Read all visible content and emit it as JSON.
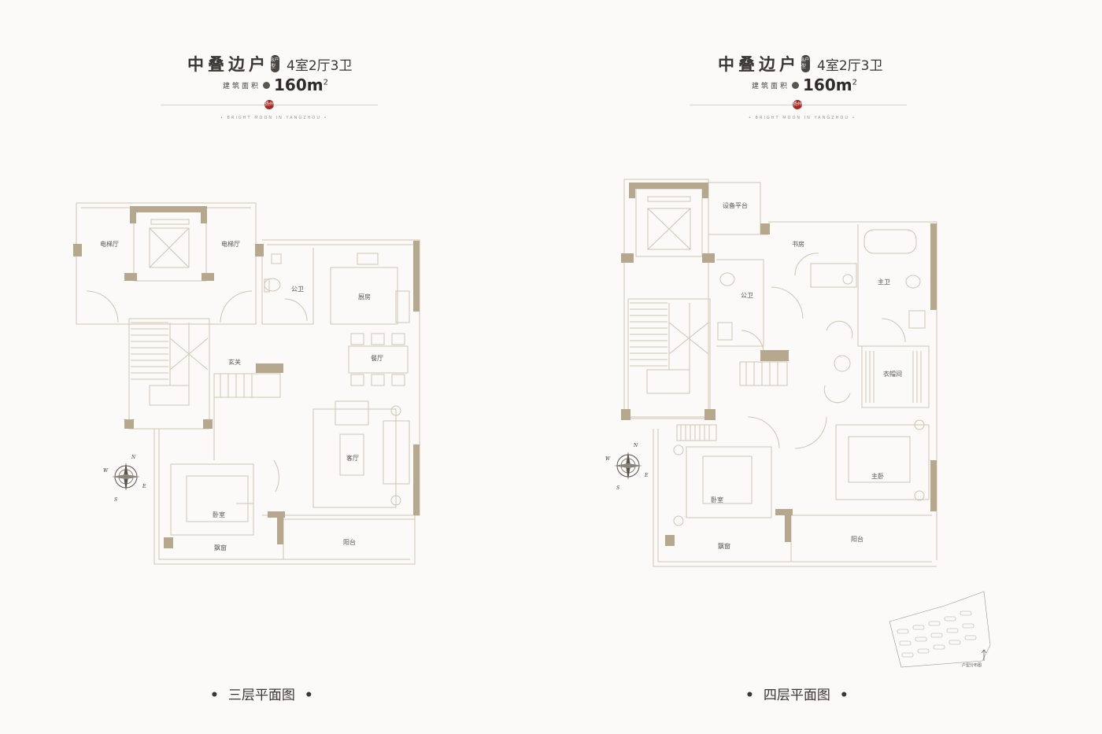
{
  "colors": {
    "wall": "#b6a88f",
    "wall_dark": "#8c7a60",
    "line": "#cfc4b3",
    "accent_red": "#9e2b27",
    "text": "#3a3632"
  },
  "icons": {
    "compass": "compass-rose-icon",
    "emblem": "brand-seal-icon",
    "site_map": "site-location-map-icon"
  },
  "left": {
    "title": "中叠边户",
    "seal": "B户型",
    "layout": "4室2厅3卫",
    "area_label": "建筑面积",
    "area_value": "160m",
    "area_unit_sup": "2",
    "emblem": "扬州",
    "tagline": "• BRIGHT MOON IN YANGZHOU •",
    "floor_caption": "三层平面图",
    "rooms": {
      "elevator_hall_left": "电梯厅",
      "elevator_hall_right": "电梯厅",
      "public_bath": "公卫",
      "kitchen": "厨房",
      "dining": "餐厅",
      "entry": "玄关",
      "living": "客厅",
      "bedroom": "卧室",
      "bay_window": "飘窗",
      "balcony": "阳台"
    },
    "compass": {
      "n": "N",
      "s": "S",
      "e": "E",
      "w": "W"
    }
  },
  "right": {
    "title": "中叠边户",
    "seal": "B户型",
    "layout": "4室2厅3卫",
    "area_label": "建筑面积",
    "area_value": "160m",
    "area_unit_sup": "2",
    "emblem": "扬州",
    "tagline": "• BRIGHT MOON IN YANGZHOU •",
    "floor_caption": "四层平面图",
    "rooms": {
      "equipment_platform": "设备平台",
      "study": "书房",
      "master_bath": "主卫",
      "public_bath": "公卫",
      "closet": "衣帽间",
      "bedroom": "卧室",
      "master_bedroom": "主卧",
      "bay_window": "飘窗",
      "balcony": "阳台"
    },
    "compass": {
      "n": "N",
      "s": "S",
      "e": "E",
      "w": "W"
    },
    "site_map_label": "户型分布图"
  }
}
